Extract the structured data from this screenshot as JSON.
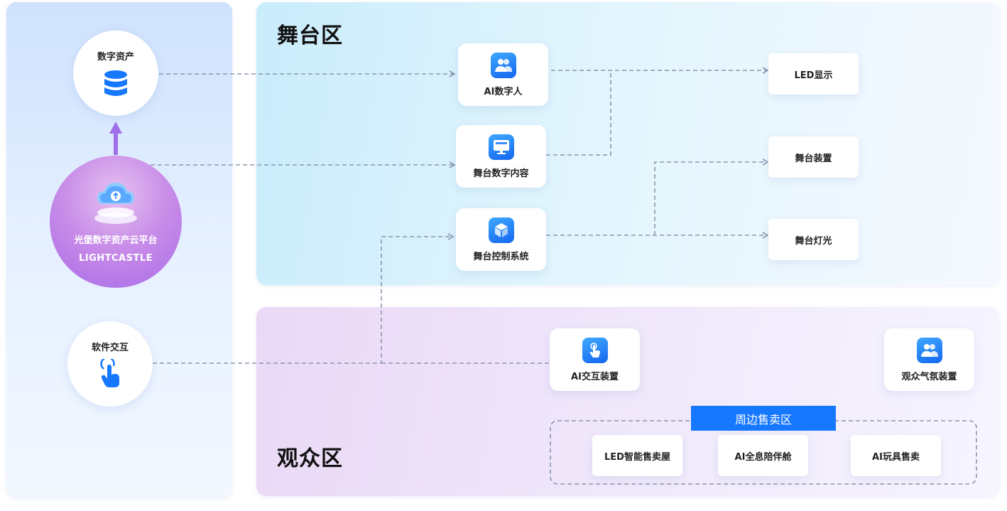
{
  "left": {
    "digital_assets": {
      "label": "数字资产",
      "icon": "database-icon"
    },
    "platform": {
      "name": "光堡数字资产云平台",
      "sub": "LIGHTCASTLE",
      "icon": "cloud-upload-icon"
    },
    "software": {
      "label": "软件交互",
      "icon": "tap-hand-icon"
    }
  },
  "stage": {
    "title": "舞台区",
    "cards": [
      {
        "label": "AI数字人",
        "icon": "people-icon"
      },
      {
        "label": "舞台数字内容",
        "icon": "monitor-icon"
      },
      {
        "label": "舞台控制系统",
        "icon": "cube-icon"
      }
    ],
    "outputs": [
      "LED显示",
      "舞台装置",
      "舞台灯光"
    ]
  },
  "audience": {
    "title": "观众区",
    "cards": [
      {
        "label": "AI交互装置",
        "icon": "touch-icon"
      },
      {
        "label": "观众气氛装置",
        "icon": "people-icon"
      }
    ],
    "vending": {
      "title": "周边售卖区",
      "items": [
        "LED智能售卖屋",
        "AI全息陪伴舱",
        "AI玩具售卖"
      ]
    }
  },
  "colors": {
    "accent": "#1677ff",
    "connector": "#8a97ad",
    "arrow_up": "#a070ea"
  }
}
